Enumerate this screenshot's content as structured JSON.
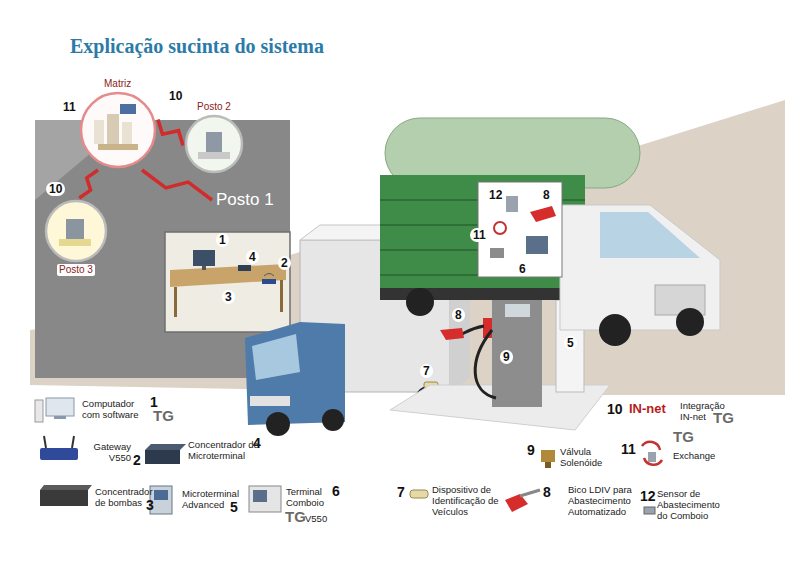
{
  "diagram": {
    "title": "Explicação sucinta do sistema",
    "nodes": [
      {
        "text": [
          "Matriz"
        ]
      },
      {
        "text": [
          "Posto 2"
        ]
      },
      {
        "text": [
          "Posto 3"
        ]
      },
      {
        "text": [
          "Posto 1"
        ]
      }
    ],
    "edges": [
      {
        "from": 0,
        "to": 1,
        "arrow": "none"
      },
      {
        "from": 0,
        "to": 2,
        "arrow": "none"
      },
      {
        "from": 0,
        "to": 3,
        "arrow": "none"
      }
    ],
    "labels": [
      "11",
      "10",
      "10",
      "1",
      "4",
      "2",
      "3",
      "8",
      "7",
      "9",
      "5",
      "12",
      "8",
      "11",
      "6",
      "1",
      "TG",
      "2",
      "4",
      "3",
      "5",
      "6",
      "TG",
      "V550",
      "7",
      "9",
      "8",
      "10",
      "IN-net",
      "TG",
      "11",
      "TG",
      "12"
    ],
    "legend": [
      {
        "text": "Computador com software"
      },
      {
        "text": "Gateway V550"
      },
      {
        "text": "Concentrador de Microterminal"
      },
      {
        "text": "Concentrador de bombas"
      },
      {
        "text": "Microterminal Advanced"
      },
      {
        "text": "Terminal Comboio"
      },
      {
        "text": "Dispositivo de Identificação de Veículos"
      },
      {
        "text": "Válvula Solenóide"
      },
      {
        "text": "Bico LDIV para Abastecimento Automatizado"
      },
      {
        "text": "Integração IN-net"
      },
      {
        "text": "Exchange"
      },
      {
        "text": "Sensor de Abastecimento do Comboio"
      }
    ]
  }
}
